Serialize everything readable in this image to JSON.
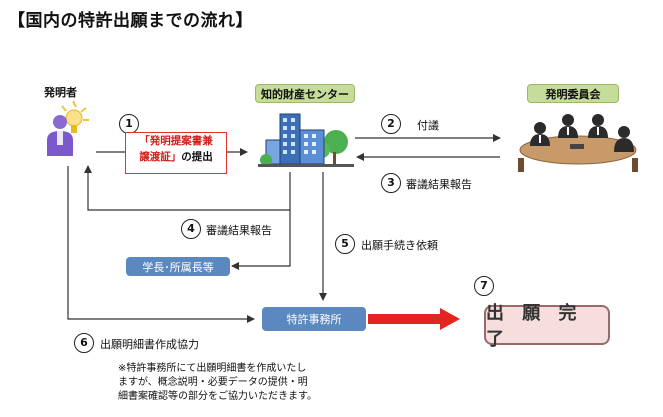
{
  "title": "【国内の特許出願までの流れ】",
  "actors": {
    "inventor": "発明者",
    "center": "知的財産センター",
    "committee": "発明委員会",
    "dean": "学長･所属長等",
    "patent_office": "特許事務所",
    "complete": "出 願 完 了"
  },
  "submission": {
    "line1_red": "「発明提案書兼",
    "line2_red": "譲渡証」",
    "line2_black": "の提出"
  },
  "steps": {
    "s1": "1",
    "s2": "2",
    "s2_label": "付議",
    "s3": "3",
    "s3_label": "審議結果報告",
    "s4": "4",
    "s4_label": "審議結果報告",
    "s5": "5",
    "s5_label": "出願手続き依頼",
    "s6": "6",
    "s6_label": "出願明細書作成協力",
    "s7": "7"
  },
  "note": {
    "line1": "※特許事務所にて出願明細書を作成いたし",
    "line2": "ますが、概念説明・必要データの提供・明",
    "line3": "細書案確認等の部分をご協力いただきます。"
  }
}
